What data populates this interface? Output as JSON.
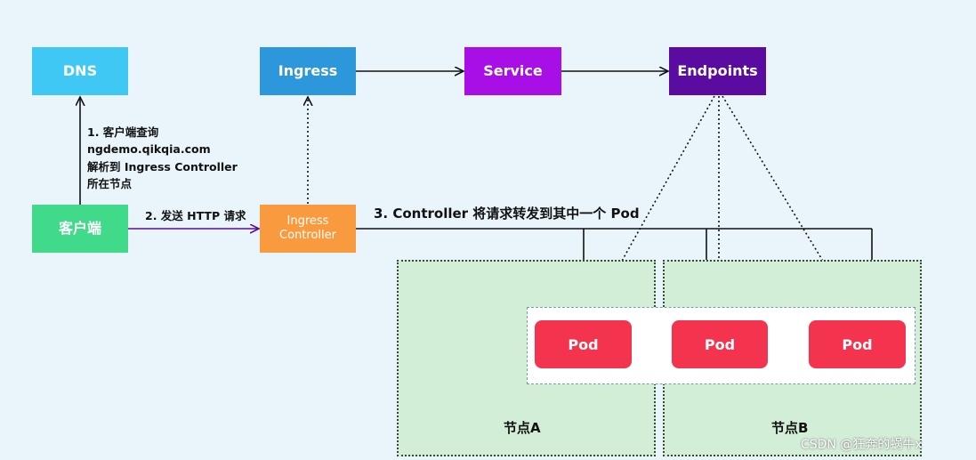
{
  "boxes": {
    "dns": "DNS",
    "ingress": "Ingress",
    "service": "Service",
    "endpoints": "Endpoints",
    "client": "客户端",
    "controller_line1": "Ingress",
    "controller_line2": "Controller"
  },
  "annotations": {
    "step1": [
      "1. 客户端查询",
      "ngdemo.qikqia.com",
      "解析到 Ingress Controller",
      "所在节点"
    ],
    "step2": "2. 发送 HTTP 请求",
    "step3": "3. Controller 将请求转发到其中一个 Pod"
  },
  "nodes": {
    "a": "节点A",
    "b": "节点B"
  },
  "pods": [
    "Pod",
    "Pod",
    "Pod"
  ],
  "watermark": "CSDN @狂奔的蜗牛x",
  "colors": {
    "dns": "#40c8f4",
    "ingress": "#2d97dc",
    "service": "#a80fe6",
    "endpoints": "#5a0ba0",
    "client": "#41d98a",
    "controller": "#f99a3f",
    "pod": "#f4344f",
    "node_bg": "#d3eed6",
    "background": "#eaf5fb"
  }
}
